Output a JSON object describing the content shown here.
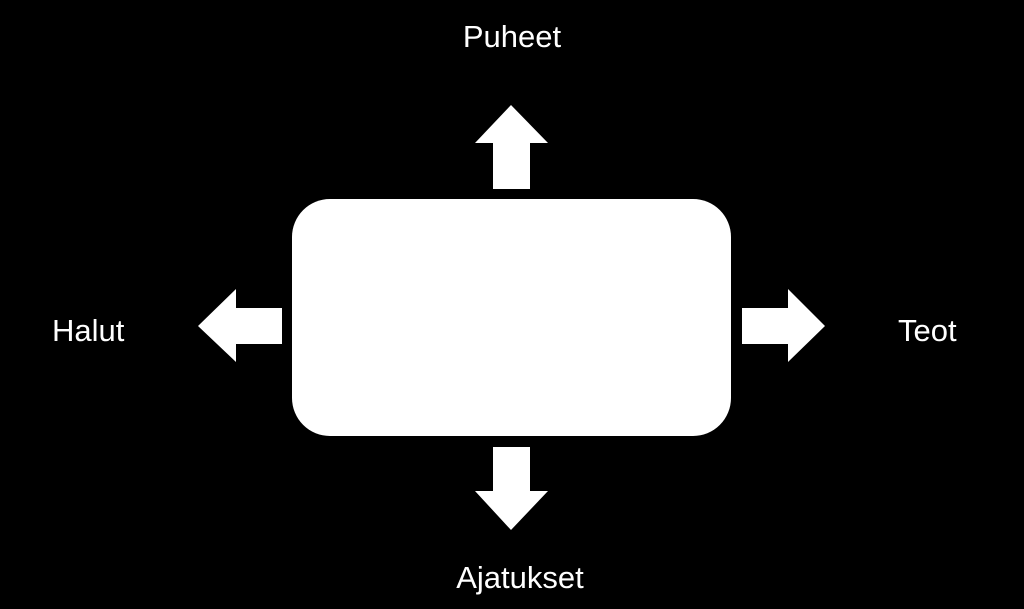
{
  "diagram": {
    "center_box": {
      "label": "",
      "color": "#ffffff"
    },
    "labels": {
      "top": "Puheet",
      "right": "Teot",
      "bottom": "Ajatukset",
      "left": "Halut"
    },
    "colors": {
      "background": "#000000",
      "foreground": "#ffffff"
    }
  }
}
